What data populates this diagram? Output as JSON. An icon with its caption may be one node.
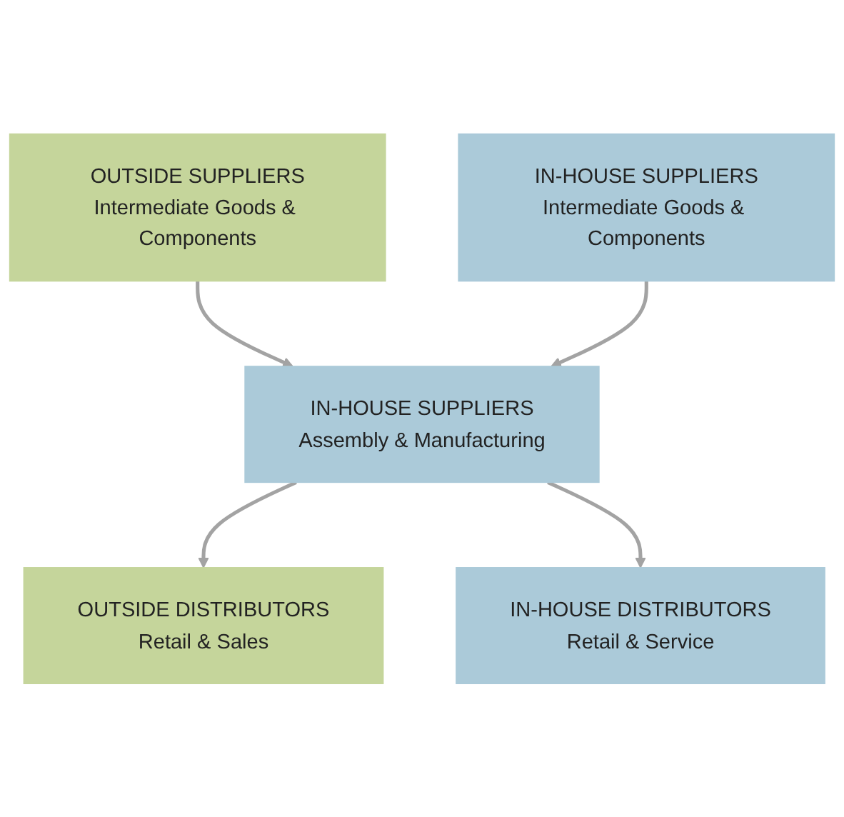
{
  "diagram": {
    "nodes": [
      {
        "text": [
          "OUTSIDE SUPPLIERS",
          "Intermediate Goods & Components"
        ]
      },
      {
        "text": [
          "IN-HOUSE SUPPLIERS",
          "Intermediate Goods & Components"
        ]
      },
      {
        "text": [
          "IN-HOUSE SUPPLIERS",
          "Assembly & Manufacturing"
        ]
      },
      {
        "text": [
          "OUTSIDE DISTRIBUTORS",
          "Retail & Sales"
        ]
      },
      {
        "text": [
          "IN-HOUSE DISTRIBUTORS",
          "Retail & Service"
        ]
      }
    ],
    "edges": [
      {
        "from": 0,
        "to": 2,
        "arrow": "to"
      },
      {
        "from": 1,
        "to": 2,
        "arrow": "to"
      },
      {
        "from": 2,
        "to": 3,
        "arrow": "to"
      },
      {
        "from": 2,
        "to": 4,
        "arrow": "to"
      }
    ]
  }
}
